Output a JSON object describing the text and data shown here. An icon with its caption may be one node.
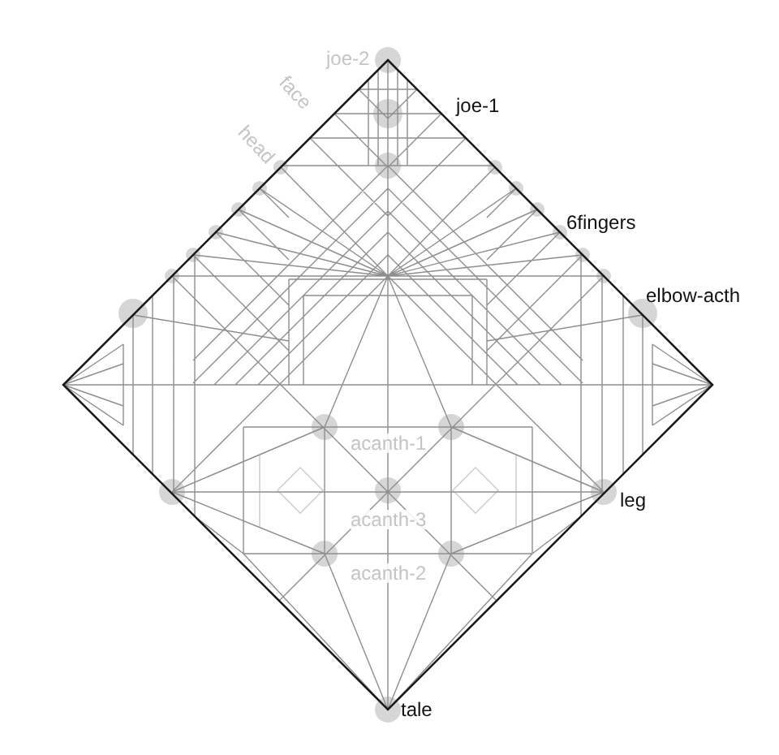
{
  "diagram": {
    "labels": [
      "joe-2",
      "face",
      "joe-1",
      "head",
      "6fingers",
      "elbow-acth",
      "acanth-1",
      "leg",
      "acanth-3",
      "acanth-2",
      "tale"
    ]
  }
}
